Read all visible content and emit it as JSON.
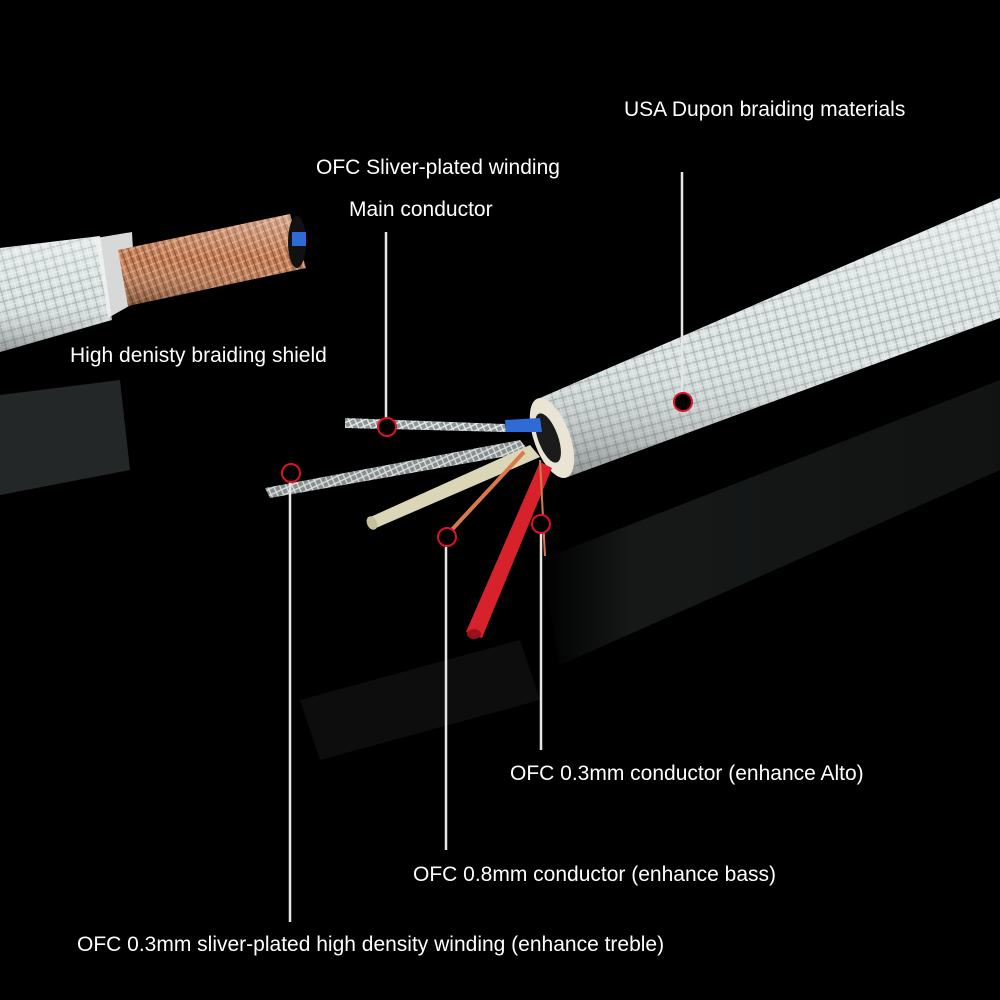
{
  "labels": {
    "dupon": "USA Dupon braiding materials",
    "sliver_winding": "OFC Sliver-plated winding",
    "main_conductor": "Main conductor",
    "shield": "High denisty braiding shield",
    "alto": "OFC 0.3mm conductor (enhance Alto)",
    "bass": "OFC 0.8mm conductor (enhance bass)",
    "treble": "OFC 0.3mm sliver-plated high density winding (enhance treble)"
  },
  "colors": {
    "background": "#000000",
    "jacket": "#dfe6e6",
    "copper_shield": "#c4835a",
    "red_conductor": "#d8222b",
    "copper_strand": "#d9784a",
    "cream_conductor": "#dcd6b8",
    "blue_core": "#2f6bd6",
    "leader_line": "#e6e6e6",
    "marker_fill": "#000000",
    "marker_ring": "#e0102a"
  },
  "icons": [
    "callout-marker-icon",
    "leader-line"
  ]
}
